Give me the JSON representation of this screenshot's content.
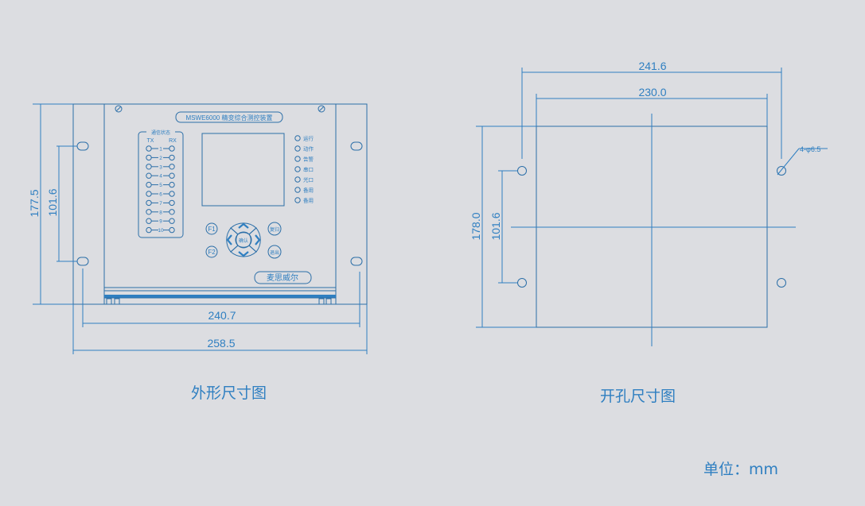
{
  "front_view": {
    "caption": "外形尺寸图",
    "device_title": "MSWE6000 精变综合测控装置",
    "comm_group_label": "通信状态",
    "tx_label": "TX",
    "rx_label": "RX",
    "channels": [
      "1",
      "2",
      "3",
      "4",
      "5",
      "6",
      "7",
      "8",
      "9",
      "10"
    ],
    "status_indicators": [
      "运行",
      "动作",
      "告警",
      "串口",
      "光口",
      "备用",
      "备用"
    ],
    "keys": {
      "f1": "F1",
      "f2": "F2",
      "confirm": "确认",
      "reset": "复归",
      "exit": "退出"
    },
    "brand": "麦思威尔",
    "dimensions": {
      "total_height": "177.5",
      "hole_spacing": "101.6",
      "inner_width": "240.7",
      "total_width": "258.5"
    }
  },
  "cutout_view": {
    "caption": "开孔尺寸图",
    "dimensions": {
      "hole_pitch_x": "241.6",
      "cutout_width": "230.0",
      "cutout_height": "178.0",
      "hole_pitch_y": "101.6",
      "holes": "4-φ6.5"
    }
  },
  "unit": "单位：mm",
  "colors": {
    "line": "#2f7fc1",
    "background": "#dcdde1"
  }
}
